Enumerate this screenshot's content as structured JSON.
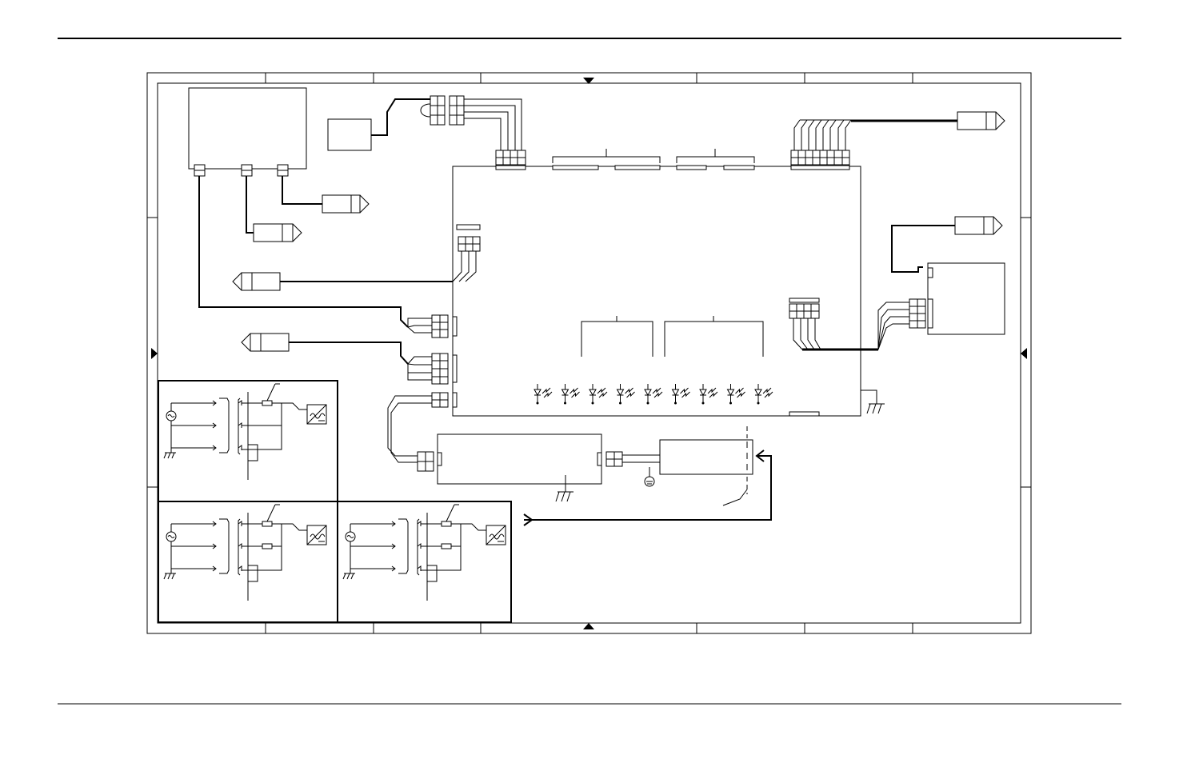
{
  "page": {
    "title": "",
    "footer": ""
  },
  "colors": {
    "line": "#000000",
    "background": "#ffffff"
  },
  "grid": {
    "top_labels": [],
    "side_labels": []
  },
  "diagram": {
    "type": "wiring schematic",
    "main_board_label": "",
    "connectors_labels": [],
    "inset_panels_count": 3,
    "led_count": 9
  }
}
